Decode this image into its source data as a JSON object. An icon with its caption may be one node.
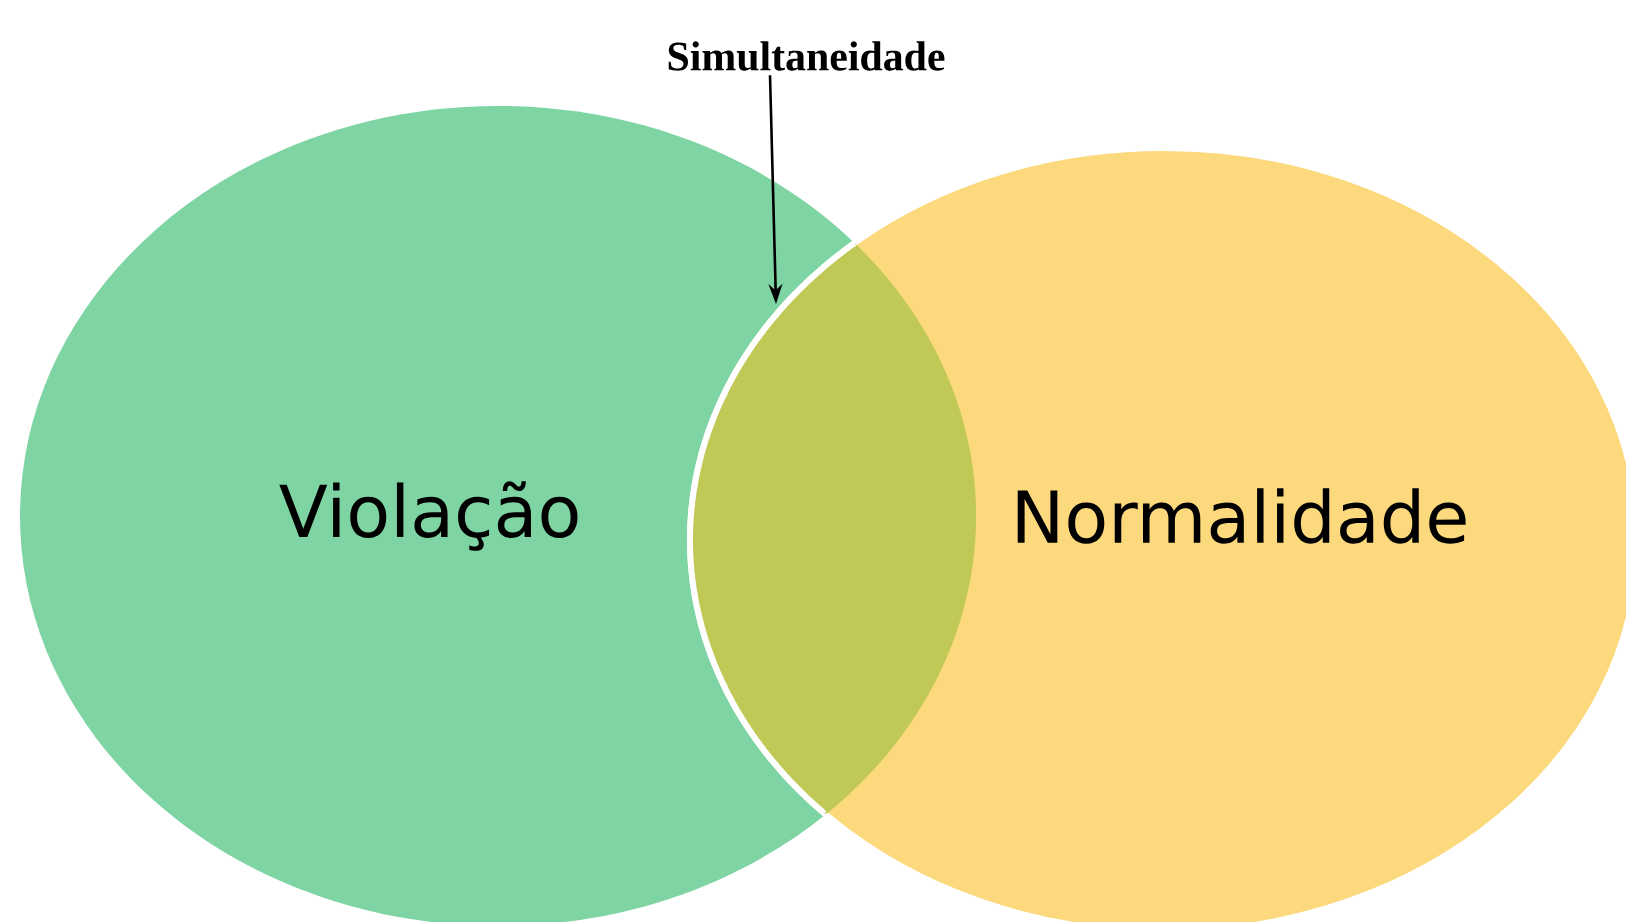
{
  "diagram": {
    "nodes": [
      {
        "text": [
          "Violação"
        ]
      },
      {
        "text": [
          "Normalidade"
        ]
      },
      {
        "text": [
          "Simultaneidade"
        ]
      },
      {
        "text": [],
        "shape": "lens"
      }
    ],
    "edges": [
      {
        "from": 2,
        "to": 3,
        "arrow": "to"
      }
    ]
  }
}
